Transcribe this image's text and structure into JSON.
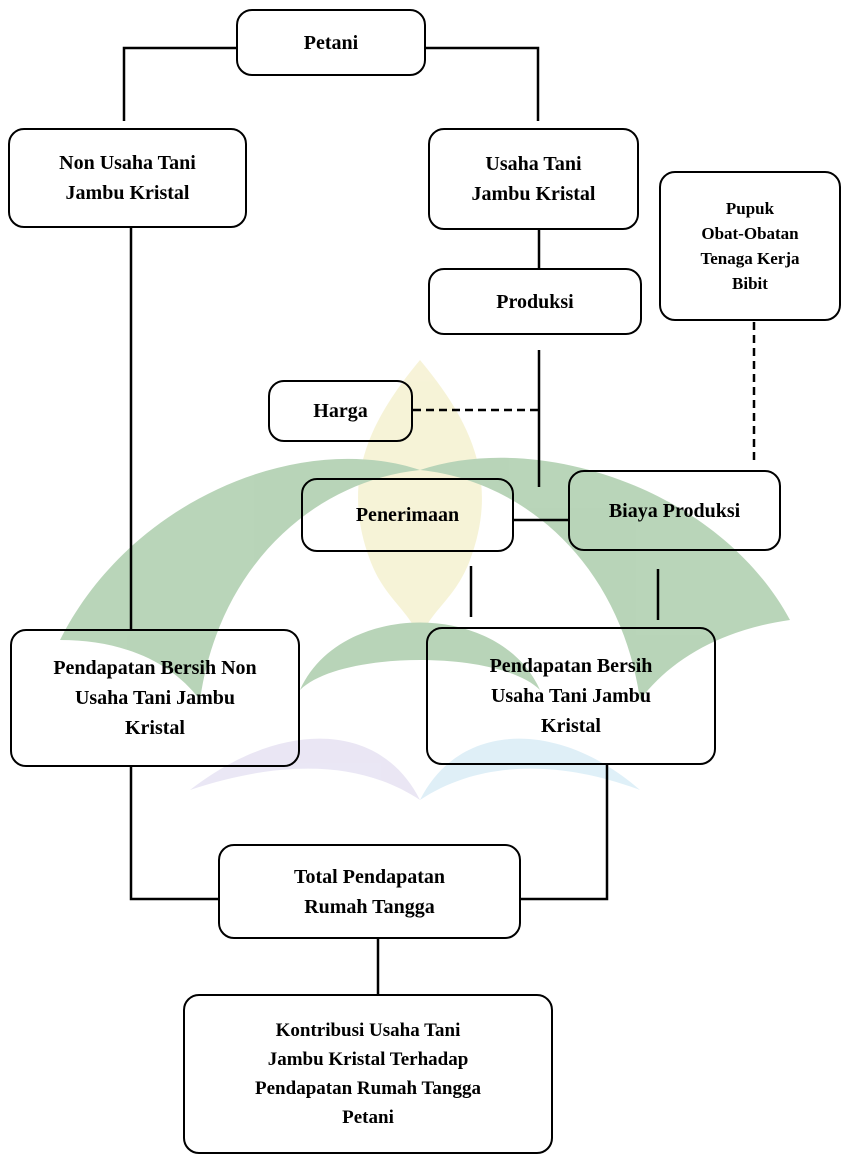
{
  "diagram": {
    "nodes": {
      "petani": "Petani",
      "non_usaha_tani": "Non Usaha Tani\nJambu Kristal",
      "usaha_tani": "Usaha Tani\nJambu Kristal",
      "inputs": "Pupuk\nObat-Obatan\nTenaga Kerja\nBibit",
      "produksi": "Produksi",
      "harga": "Harga",
      "penerimaan": "Penerimaan",
      "biaya_produksi": "Biaya Produksi",
      "pendapatan_non_usaha": "Pendapatan Bersih Non\nUsaha Tani Jambu\nKristal",
      "pendapatan_usaha": "Pendapatan Bersih\nUsaha Tani Jambu\nKristal",
      "total_pendapatan": "Total Pendapatan\nRumah Tangga",
      "kontribusi": "Kontribusi Usaha Tani\nJambu Kristal Terhadap\nPendapatan Rumah Tangga\nPetani"
    },
    "colors": {
      "line": "#000000",
      "watermark_green": "#7fb27f",
      "watermark_yellow": "#f0eab8",
      "watermark_blue": "#c5e3f2",
      "watermark_purple": "#d9d3ec"
    }
  }
}
